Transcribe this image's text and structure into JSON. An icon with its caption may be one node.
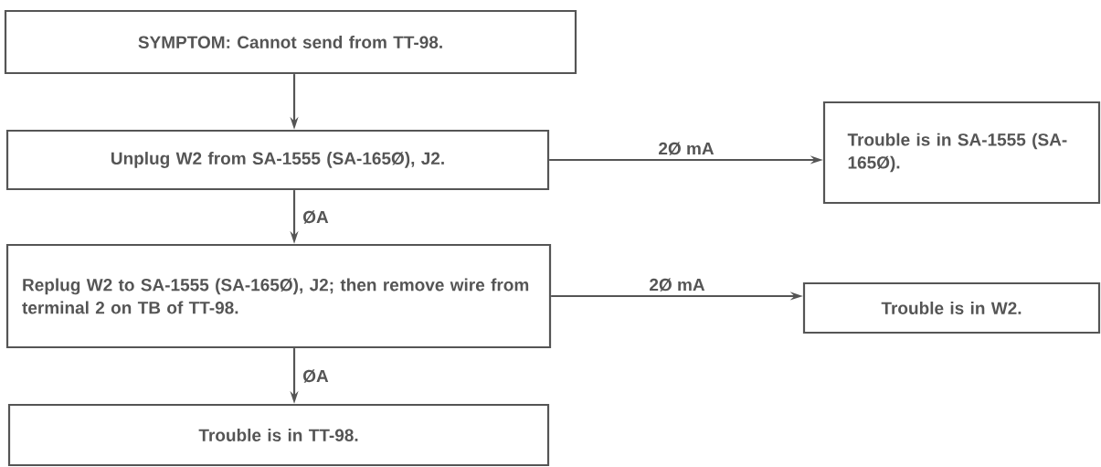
{
  "diagram": {
    "nodes": [
      {
        "text": [
          "SYMPTOM: Cannot send from TT-98."
        ]
      },
      {
        "text": [
          "Unplug W2 from SA-1555 (SA-165Ø), J2."
        ]
      },
      {
        "text": [
          "Replug W2 to SA-1555 (SA-165Ø), J2; then remove wire from terminal 2 on TB of TT-98."
        ]
      },
      {
        "text": [
          "Trouble is in TT-98."
        ]
      },
      {
        "text": [
          "Trouble is in SA-1555 (SA-165Ø)."
        ]
      },
      {
        "text": [
          "Trouble is in W2."
        ]
      }
    ],
    "edges": [
      {
        "from": 0,
        "to": 1,
        "arrow": "to"
      },
      {
        "from": 1,
        "to": 2,
        "arrow": "to",
        "label": "ØA"
      },
      {
        "from": 2,
        "to": 3,
        "arrow": "to",
        "label": "ØA"
      },
      {
        "from": 1,
        "to": 4,
        "arrow": "to",
        "label": "2Ø mA"
      },
      {
        "from": 2,
        "to": 5,
        "arrow": "to",
        "label": "2Ø mA"
      }
    ]
  }
}
